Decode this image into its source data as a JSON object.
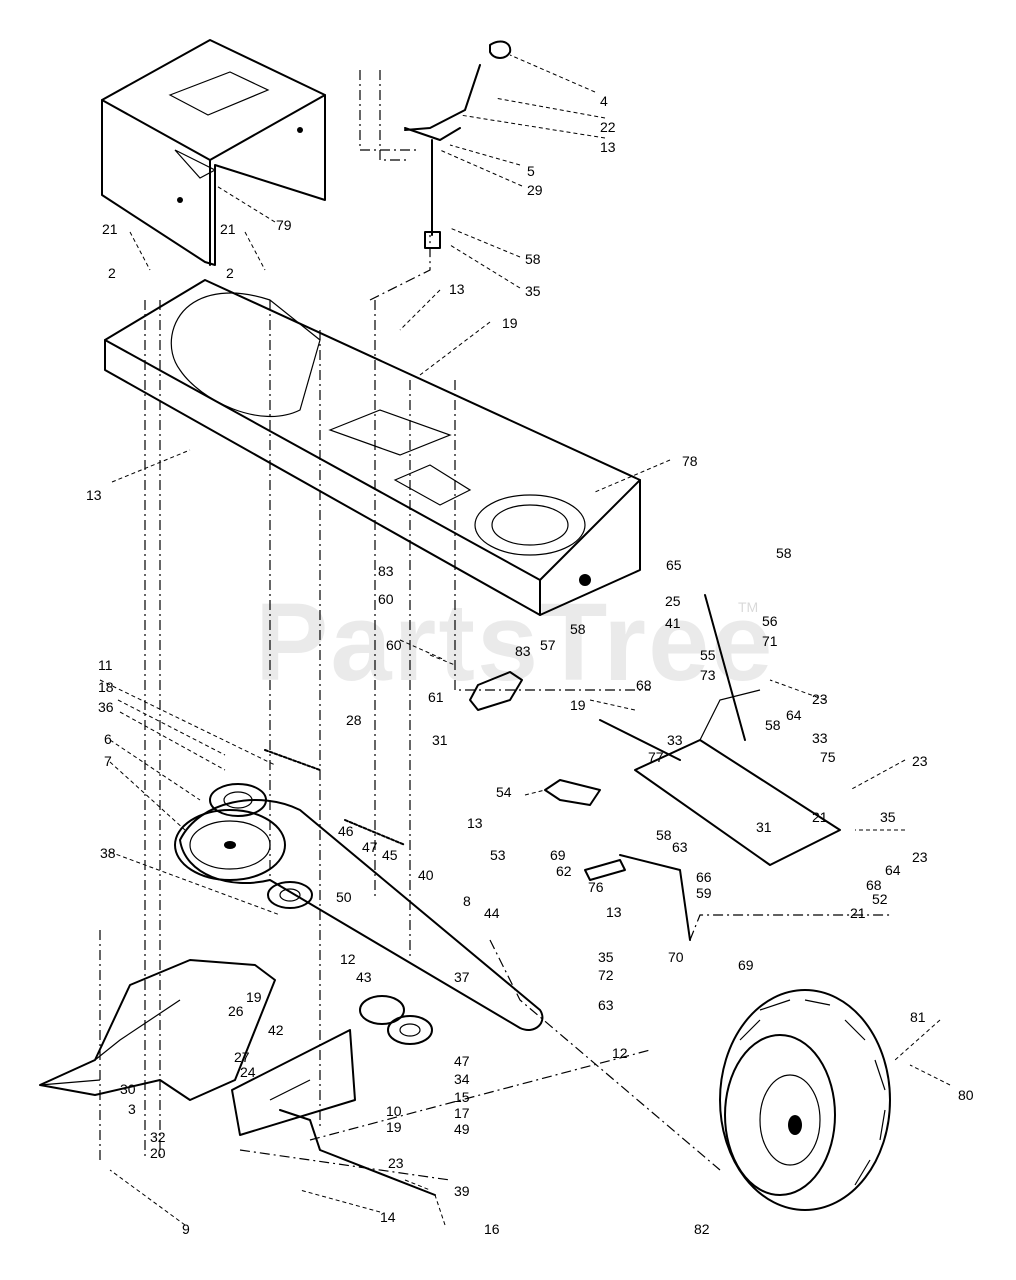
{
  "watermark": {
    "text": "PartsTree",
    "trademark": "TM"
  },
  "callouts": [
    {
      "id": "c1",
      "text": "4"
    },
    {
      "id": "c2",
      "text": "22"
    },
    {
      "id": "c3",
      "text": "13"
    },
    {
      "id": "c4",
      "text": "5"
    },
    {
      "id": "c5",
      "text": "29"
    },
    {
      "id": "c6",
      "text": "79"
    },
    {
      "id": "c7",
      "text": "21"
    },
    {
      "id": "c8",
      "text": "21"
    },
    {
      "id": "c9",
      "text": "2"
    },
    {
      "id": "c10",
      "text": "2"
    },
    {
      "id": "c11",
      "text": "58"
    },
    {
      "id": "c12",
      "text": "35"
    },
    {
      "id": "c13",
      "text": "13"
    },
    {
      "id": "c14",
      "text": "19"
    },
    {
      "id": "c15",
      "text": "13"
    },
    {
      "id": "c16",
      "text": "78"
    },
    {
      "id": "c17",
      "text": "83"
    },
    {
      "id": "c18",
      "text": "60"
    },
    {
      "id": "c19",
      "text": "60"
    },
    {
      "id": "c20",
      "text": "83"
    },
    {
      "id": "c21",
      "text": "57"
    },
    {
      "id": "c22",
      "text": "25"
    },
    {
      "id": "c23",
      "text": "41"
    },
    {
      "id": "c24",
      "text": "58"
    },
    {
      "id": "c25",
      "text": "65"
    },
    {
      "id": "c26",
      "text": "58"
    },
    {
      "id": "c27",
      "text": "56"
    },
    {
      "id": "c28",
      "text": "71"
    },
    {
      "id": "c29",
      "text": "55"
    },
    {
      "id": "c30",
      "text": "73"
    },
    {
      "id": "c31",
      "text": "68"
    },
    {
      "id": "c32",
      "text": "19"
    },
    {
      "id": "c33",
      "text": "23"
    },
    {
      "id": "c34",
      "text": "64"
    },
    {
      "id": "c35",
      "text": "61"
    },
    {
      "id": "c36",
      "text": "11"
    },
    {
      "id": "c37",
      "text": "18"
    },
    {
      "id": "c38",
      "text": "36"
    },
    {
      "id": "c39",
      "text": "28"
    },
    {
      "id": "c40",
      "text": "6"
    },
    {
      "id": "c41",
      "text": "31"
    },
    {
      "id": "c42",
      "text": "7"
    },
    {
      "id": "c43",
      "text": "54"
    },
    {
      "id": "c44",
      "text": "13"
    },
    {
      "id": "c45",
      "text": "53"
    },
    {
      "id": "c46",
      "text": "33"
    },
    {
      "id": "c47",
      "text": "77"
    },
    {
      "id": "c48",
      "text": "58"
    },
    {
      "id": "c49",
      "text": "33"
    },
    {
      "id": "c50",
      "text": "75"
    },
    {
      "id": "c51",
      "text": "23"
    },
    {
      "id": "c52",
      "text": "35"
    },
    {
      "id": "c53",
      "text": "46"
    },
    {
      "id": "c54",
      "text": "47"
    },
    {
      "id": "c55",
      "text": "45"
    },
    {
      "id": "c56",
      "text": "38"
    },
    {
      "id": "c57",
      "text": "40"
    },
    {
      "id": "c58",
      "text": "50"
    },
    {
      "id": "c59",
      "text": "8"
    },
    {
      "id": "c60",
      "text": "44"
    },
    {
      "id": "c61",
      "text": "69"
    },
    {
      "id": "c62",
      "text": "62"
    },
    {
      "id": "c63",
      "text": "76"
    },
    {
      "id": "c64",
      "text": "58"
    },
    {
      "id": "c65",
      "text": "63"
    },
    {
      "id": "c66",
      "text": "66"
    },
    {
      "id": "c67",
      "text": "59"
    },
    {
      "id": "c68",
      "text": "31"
    },
    {
      "id": "c69",
      "text": "21"
    },
    {
      "id": "c70",
      "text": "68"
    },
    {
      "id": "c71",
      "text": "64"
    },
    {
      "id": "c72",
      "text": "23"
    },
    {
      "id": "c73",
      "text": "52"
    },
    {
      "id": "c74",
      "text": "21"
    },
    {
      "id": "c75",
      "text": "13"
    },
    {
      "id": "c76",
      "text": "12"
    },
    {
      "id": "c77",
      "text": "43"
    },
    {
      "id": "c78",
      "text": "37"
    },
    {
      "id": "c79",
      "text": "19"
    },
    {
      "id": "c80",
      "text": "26"
    },
    {
      "id": "c81",
      "text": "42"
    },
    {
      "id": "c82",
      "text": "27"
    },
    {
      "id": "c83",
      "text": "24"
    },
    {
      "id": "c84",
      "text": "30"
    },
    {
      "id": "c85",
      "text": "3"
    },
    {
      "id": "c86",
      "text": "32"
    },
    {
      "id": "c87",
      "text": "20"
    },
    {
      "id": "c88",
      "text": "47"
    },
    {
      "id": "c89",
      "text": "34"
    },
    {
      "id": "c90",
      "text": "15"
    },
    {
      "id": "c91",
      "text": "17"
    },
    {
      "id": "c92",
      "text": "10"
    },
    {
      "id": "c93",
      "text": "19"
    },
    {
      "id": "c94",
      "text": "49"
    },
    {
      "id": "c95",
      "text": "12"
    },
    {
      "id": "c96",
      "text": "35"
    },
    {
      "id": "c97",
      "text": "72"
    },
    {
      "id": "c98",
      "text": "70"
    },
    {
      "id": "c99",
      "text": "69"
    },
    {
      "id": "c100",
      "text": "63"
    },
    {
      "id": "c101",
      "text": "81"
    },
    {
      "id": "c102",
      "text": "80"
    },
    {
      "id": "c103",
      "text": "23"
    },
    {
      "id": "c104",
      "text": "39"
    },
    {
      "id": "c105",
      "text": "14"
    },
    {
      "id": "c106",
      "text": "16"
    },
    {
      "id": "c107",
      "text": "9"
    },
    {
      "id": "c108",
      "text": "82"
    }
  ]
}
